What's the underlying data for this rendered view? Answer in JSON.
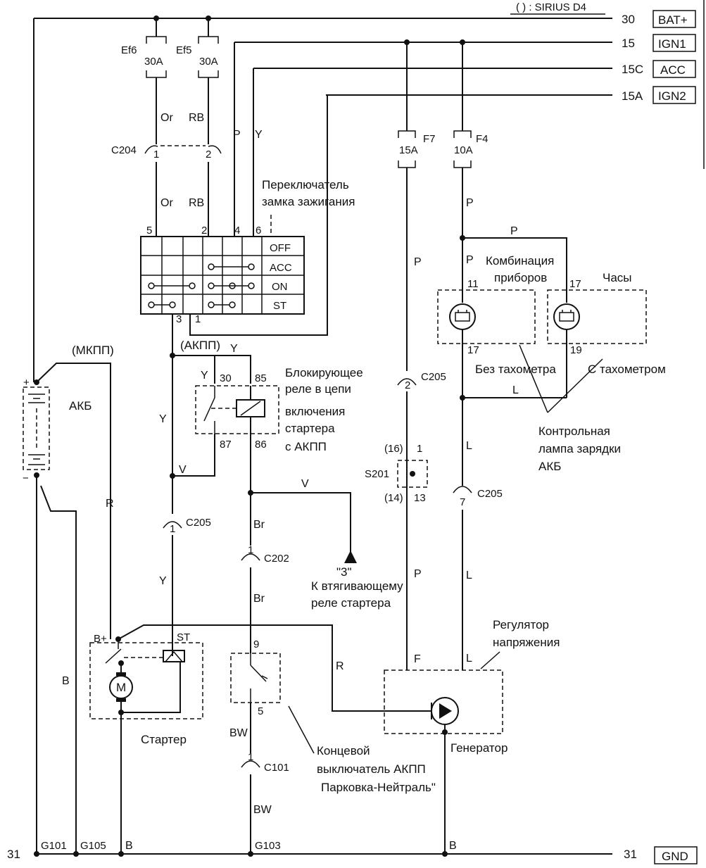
{
  "header": {
    "sirius_note": "( ) : SIRIUS D4"
  },
  "power_lines": [
    {
      "num": "30",
      "tag": "BAT+"
    },
    {
      "num": "15",
      "tag": "IGN1"
    },
    {
      "num": "15C",
      "tag": "ACC"
    },
    {
      "num": "15A",
      "tag": "IGN2"
    }
  ],
  "ground_line": {
    "num_left": "31",
    "num_right": "31",
    "tag": "GND"
  },
  "fuses": {
    "ef6": {
      "name": "Ef6",
      "rating": "30A"
    },
    "ef5": {
      "name": "Ef5",
      "rating": "30A"
    },
    "f7": {
      "name": "F7",
      "rating": "15A"
    },
    "f4": {
      "name": "F4",
      "rating": "10A"
    }
  },
  "wires": {
    "or": "Or",
    "rb": "RB",
    "p": "P",
    "y": "Y",
    "v": "V",
    "br": "Br",
    "bw": "BW",
    "r": "R",
    "b": "B",
    "l": "L",
    "f": "F"
  },
  "connectors": {
    "c204": "C204",
    "c205": "C205",
    "c202": "C202",
    "c101": "C101",
    "s201": "S201",
    "g101": "G101",
    "g105": "G105",
    "g103": "G103"
  },
  "pins": {
    "c204_1": "1",
    "c204_2": "2",
    "sw_5": "5",
    "sw_2": "2",
    "sw_4": "4",
    "sw_6": "6",
    "sw_3": "3",
    "sw_1": "1",
    "relay_30": "30",
    "relay_85": "85",
    "relay_87": "87",
    "relay_86": "86",
    "c205_1": "1",
    "c205_2": "2",
    "c205_7": "7",
    "c202_1": "1",
    "c101_1": "1",
    "s201_16": "(16)",
    "s201_1": "1",
    "s201_14": "(14)",
    "s201_13": "13",
    "ic_11": "11",
    "ic_17": "17",
    "clk_17": "17",
    "clk_19": "19",
    "nsw_9": "9",
    "nsw_5": "5"
  },
  "ignition_switch": {
    "label_line1": "Переключатель",
    "label_line2": "замка зажигания",
    "positions": [
      "OFF",
      "ACC",
      "ON",
      "ST"
    ]
  },
  "labels": {
    "mkpp": "(МКПП)",
    "akpp": "(АКПП)",
    "battery": "АКБ",
    "relay": [
      "Блокирующее",
      "реле в цепи",
      "включения",
      "стартера",
      "с АКПП"
    ],
    "to_relay_num": "\"3\"",
    "to_relay": [
      "К втягивающему",
      "реле стартера"
    ],
    "cluster": [
      "Комбинация",
      "приборов"
    ],
    "clock": "Часы",
    "no_tacho": "Без тахометра",
    "with_tacho": "С тахометром",
    "charge_lamp": [
      "Контрольная",
      "лампа зарядки",
      "АКБ"
    ],
    "regulator": [
      "Регулятор",
      "напряжения"
    ],
    "generator": "Генератор",
    "starter": "Стартер",
    "b_plus": "B+",
    "st": "ST",
    "motor": "M",
    "neutral_switch": [
      "Концевой",
      "выключатель АКПП",
      "Парковка-Нейтраль\""
    ]
  }
}
